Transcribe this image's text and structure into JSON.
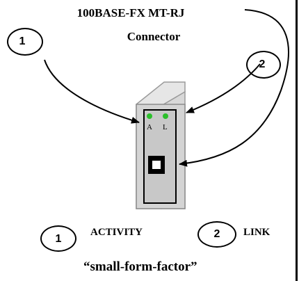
{
  "title": {
    "line1": "100BASE-FX  MT-RJ",
    "line2": "Connector"
  },
  "callouts": {
    "activity_number": "1",
    "link_number": "2"
  },
  "module": {
    "led_a": "A",
    "led_l": "L",
    "led_color": "#2bbf2b"
  },
  "legend": {
    "activity_number": "1",
    "activity_label": "ACTIVITY",
    "link_number": "2",
    "link_label": "LINK"
  },
  "tagline": "“small-form-factor”"
}
